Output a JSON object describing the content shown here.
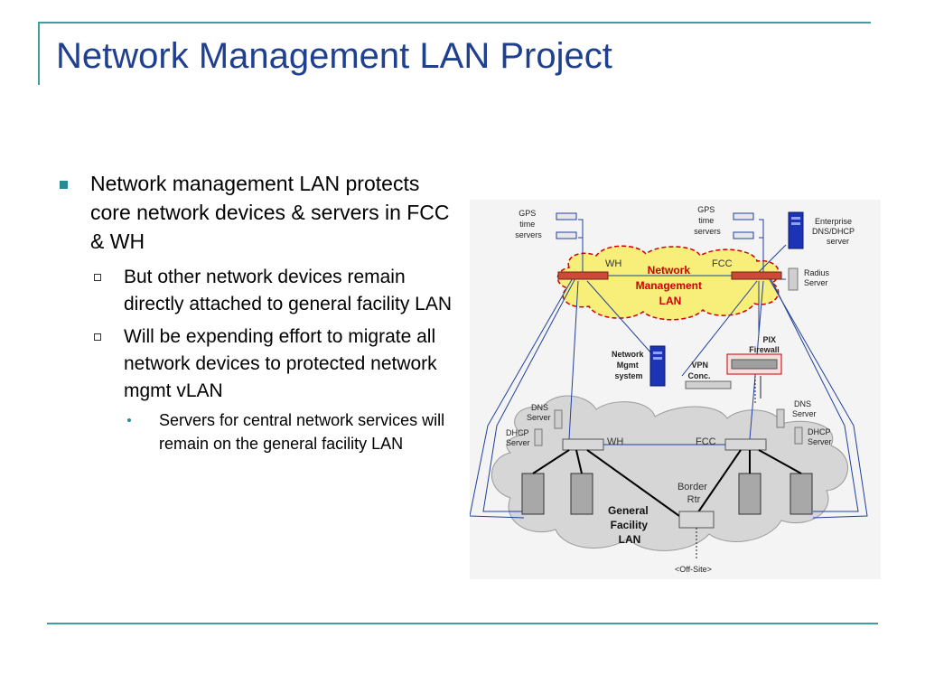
{
  "slide": {
    "title": "Network Management LAN Project",
    "bullets": [
      {
        "level": 1,
        "text": "Network management LAN protects core network devices & servers in FCC & WH"
      },
      {
        "level": 2,
        "text": "But other network devices remain directly attached to general facility LAN"
      },
      {
        "level": 2,
        "text": "Will be expending effort to migrate all network devices to protected network mgmt vLAN"
      },
      {
        "level": 3,
        "text": "Servers for central network services will remain on the general facility LAN"
      }
    ]
  },
  "diagram": {
    "gps_left": [
      "GPS",
      "time",
      "servers"
    ],
    "gps_right": [
      "GPS",
      "time",
      "servers"
    ],
    "enterprise": [
      "Enterprise",
      "DNS/DHCP",
      "server"
    ],
    "radius": [
      "Radius",
      "Server"
    ],
    "nm_wh": "WH",
    "nm_fcc": "FCC",
    "nm_title": [
      "Network",
      "Management",
      "LAN"
    ],
    "nms": [
      "Network",
      "Mgmt",
      "system"
    ],
    "vpn": [
      "VPN",
      "Conc."
    ],
    "pix": [
      "PIX",
      "Firewall"
    ],
    "dns_left": [
      "DNS",
      "Server"
    ],
    "dhcp_left": [
      "DHCP",
      "Server"
    ],
    "dns_right": [
      "DNS",
      "Server"
    ],
    "dhcp_right": [
      "DHCP",
      "Server"
    ],
    "gf_wh": "WH",
    "gf_fcc": "FCC",
    "border": [
      "Border",
      "Rtr"
    ],
    "gf_title": [
      "General",
      "Facility",
      "LAN"
    ],
    "offsite": "<Off-Site>"
  },
  "colors": {
    "title": "#1f3f8f",
    "accent_rule": "#3f9fa0",
    "nm_cloud": "#f7ef7a",
    "nm_text": "#cc0000",
    "gf_cloud": "#d6d6d6",
    "link_blue": "#1f3f9f"
  }
}
